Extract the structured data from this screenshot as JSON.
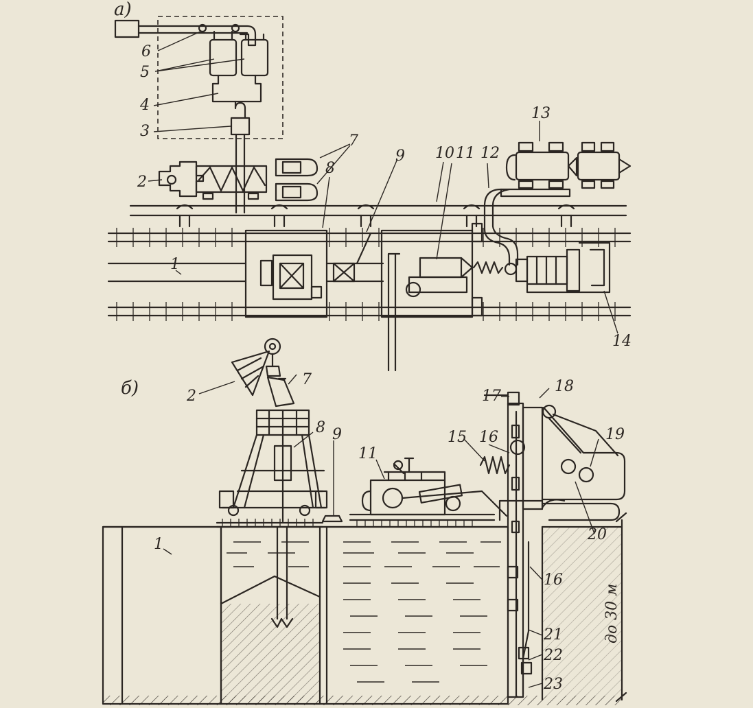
{
  "panels": {
    "top": "a)",
    "bottom": "б)"
  },
  "labels": {
    "n1": "1",
    "n2": "2",
    "n3": "3",
    "n4": "4",
    "n5": "5",
    "n6": "6",
    "n7": "7",
    "n8": "8",
    "n9": "9",
    "n10": "10",
    "n11": "11",
    "n12": "12",
    "n13": "13",
    "n14": "14",
    "n15": "15",
    "n16": "16",
    "n17": "17",
    "n18": "18",
    "n19": "19",
    "n20": "20",
    "n21": "21",
    "n22": "22",
    "n23": "23"
  },
  "depth_note": "до 30 м",
  "colors": {
    "ink": "#2b2622",
    "paper": "#ece7d7"
  }
}
